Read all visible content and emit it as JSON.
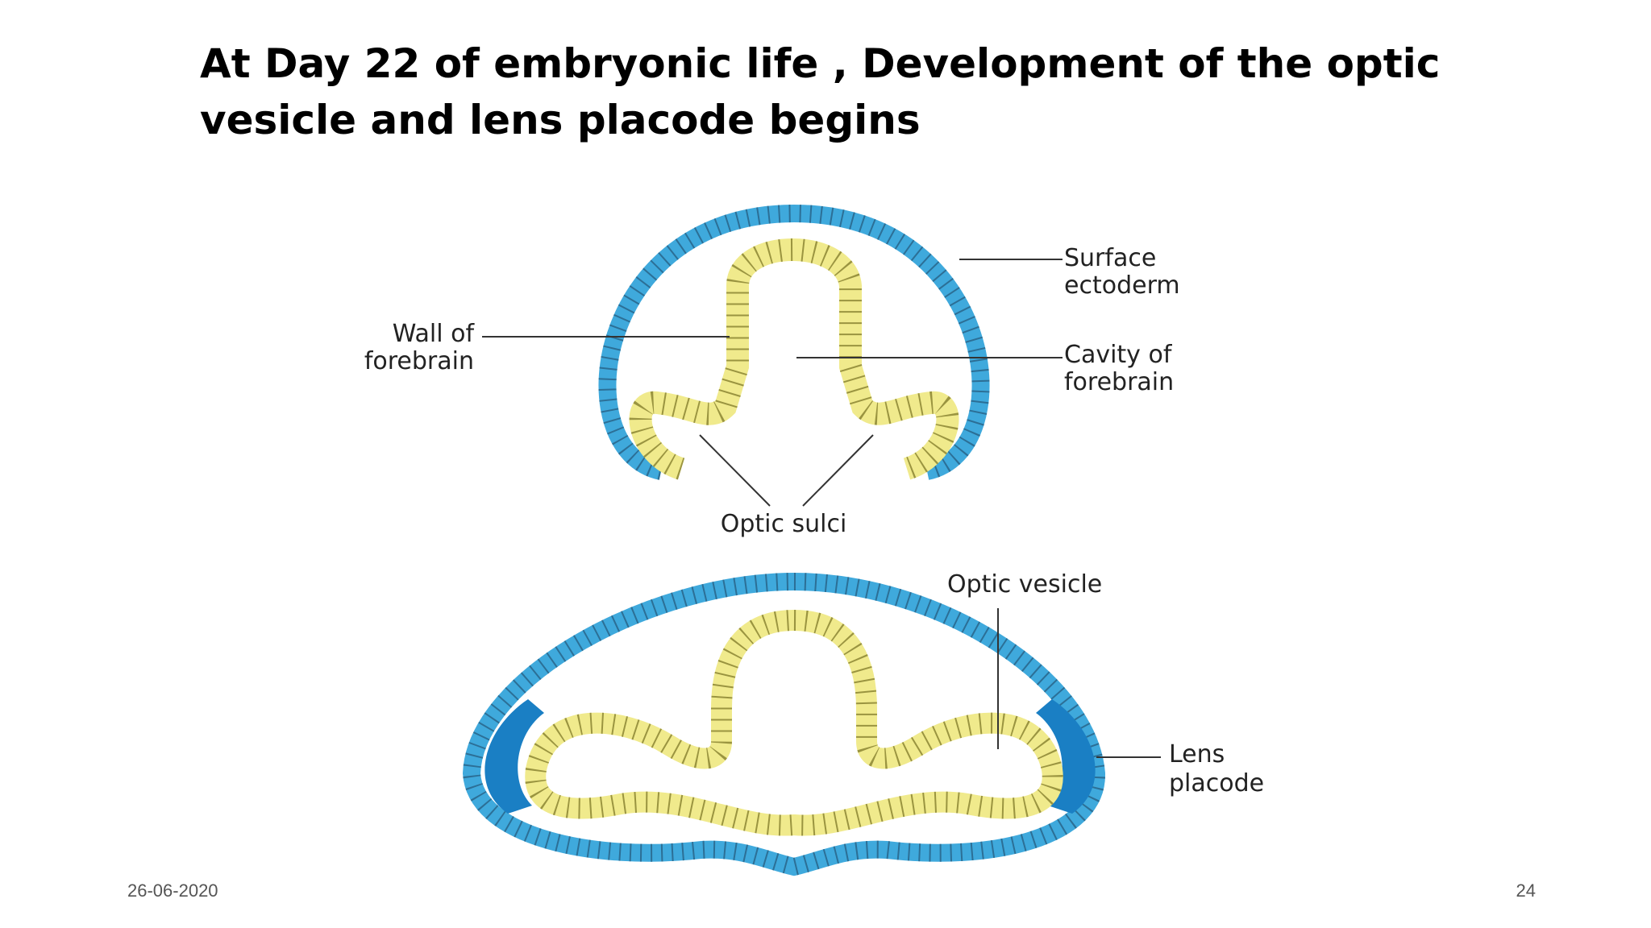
{
  "slide": {
    "title": "At Day 22 of embryonic life , Development of the optic vesicle and lens placode begins",
    "date": "26-06-2020",
    "page_number": "24"
  },
  "diagram": {
    "colors": {
      "ectoderm_blue": "#3fa9dc",
      "ectoderm_light": "#7fd0f0",
      "neural_yellow": "#f0ea8c",
      "lens_placode_blue": "#1a7fc4",
      "cell_divider": "#2c6f96"
    },
    "top_labels": {
      "surface_ectoderm": [
        "Surface",
        "ectoderm"
      ],
      "wall_of_forebrain": [
        "Wall of",
        "forebrain"
      ],
      "cavity_of_forebrain": [
        "Cavity of",
        "forebrain"
      ],
      "optic_sulci": "Optic sulci"
    },
    "bottom_labels": {
      "optic_vesicle": "Optic vesicle",
      "lens_placode": [
        "Lens",
        "placode"
      ]
    }
  }
}
